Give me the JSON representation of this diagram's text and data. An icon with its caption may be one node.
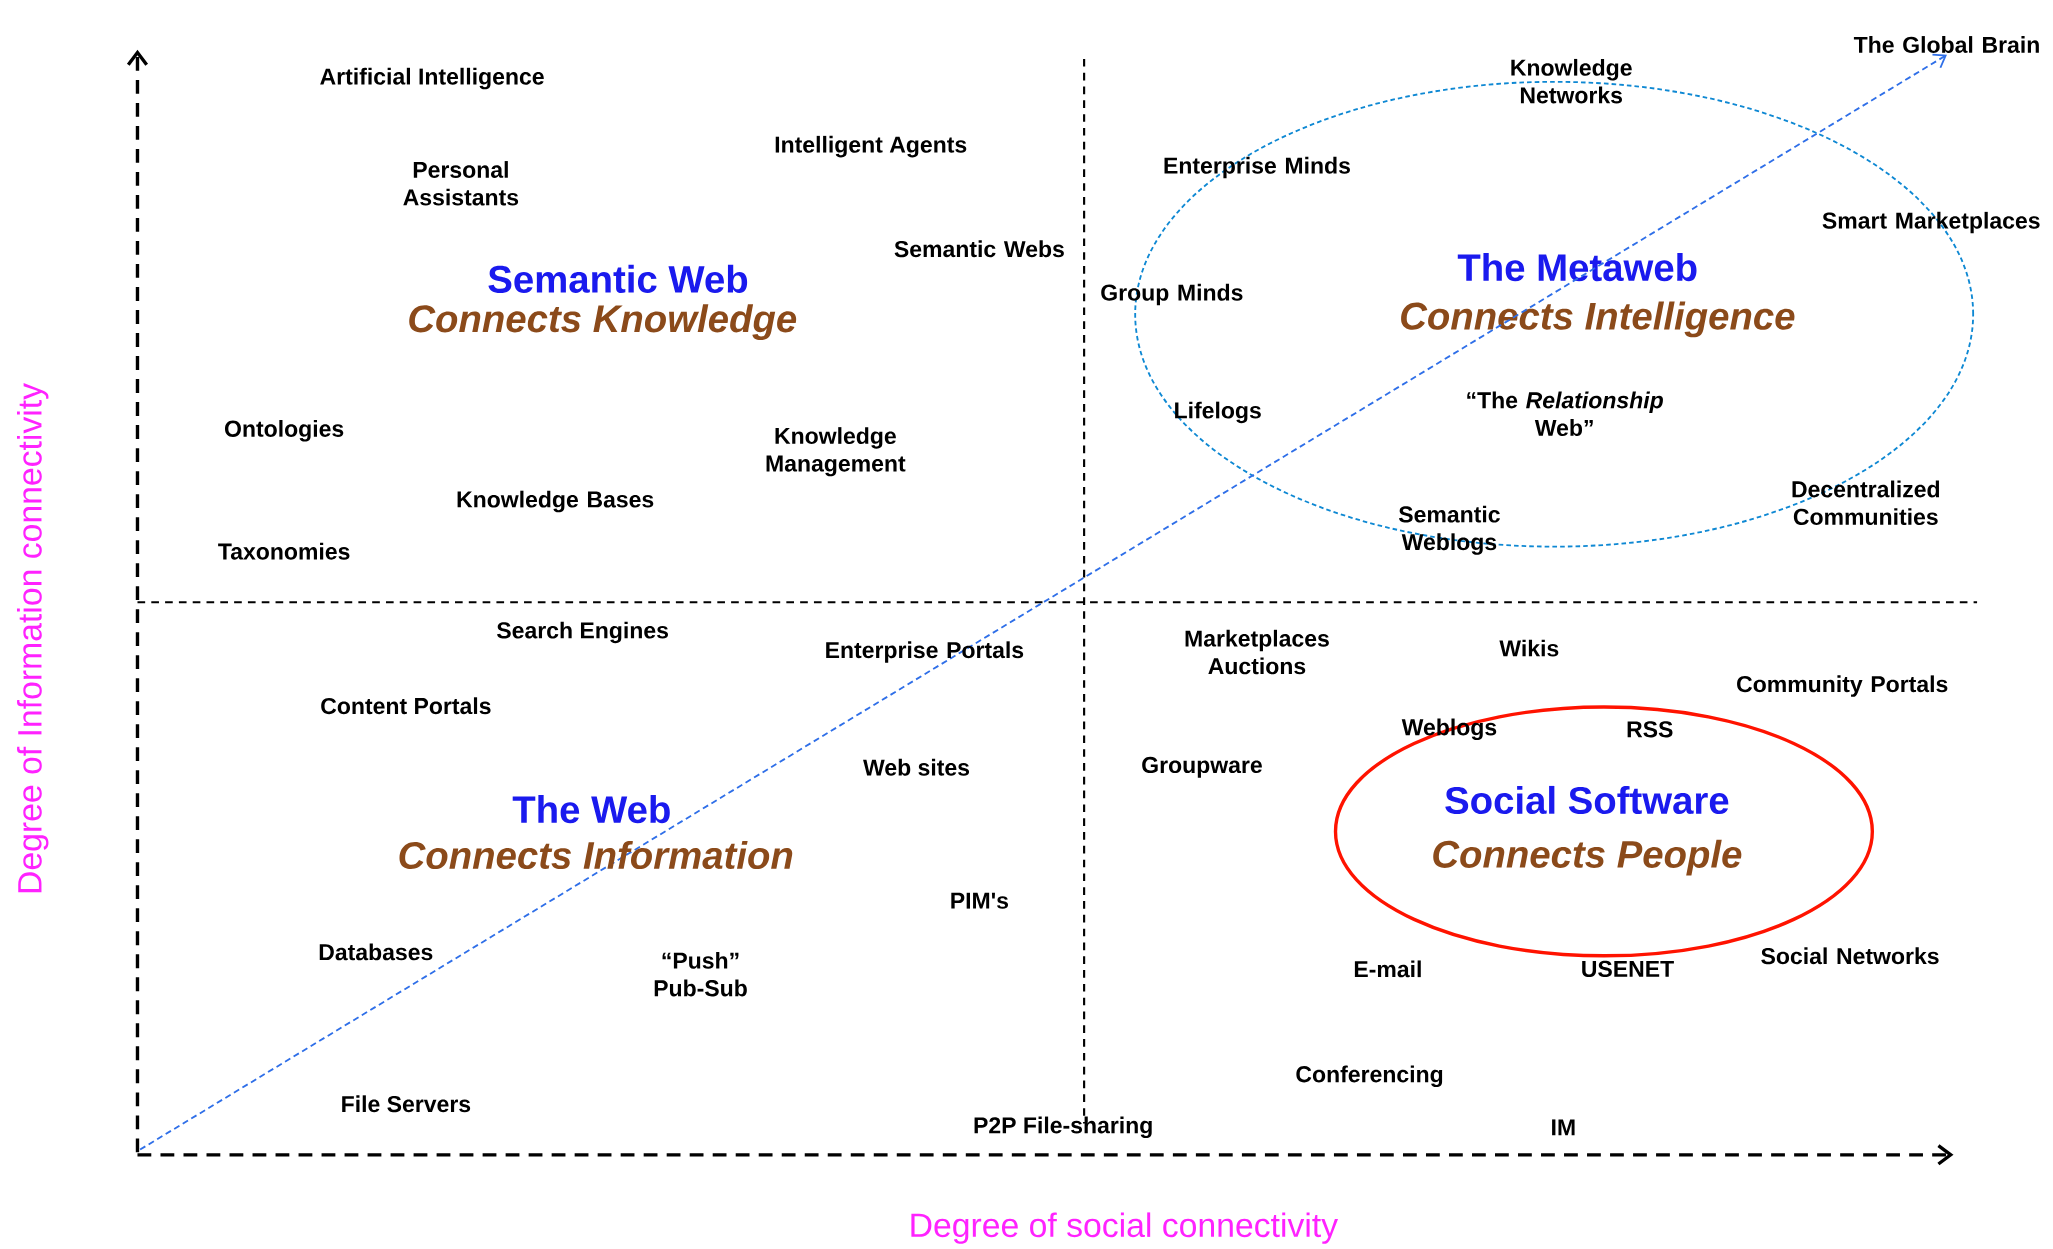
{
  "diagram": {
    "nodes": [
      {
        "text": [
          "The Metaweb",
          "Connects Intelligence"
        ]
      },
      {
        "text": [
          "Social Software",
          "Connects People"
        ]
      },
      {
        "text": [
          "The Global Brain"
        ]
      }
    ],
    "edges": [
      {
        "from": null,
        "to": 2,
        "arrow": "to",
        "style": "dashed",
        "color": "#2f6fe8"
      }
    ],
    "labels": [
      "Artificial Intelligence",
      "Personal Assistants",
      "Intelligent Agents",
      "Semantic Webs",
      "Semantic Web",
      "Connects Knowledge",
      "Ontologies",
      "Knowledge Management",
      "Knowledge Bases",
      "Taxonomies",
      "Knowledge Networks",
      "Enterprise Minds",
      "Smart Marketplaces",
      "Group Minds",
      "Lifelogs",
      "“The *Relationship* Web”",
      "Decentralized Communities",
      "Semantic Weblogs",
      "Search Engines",
      "Enterprise Portals",
      "Content Portals",
      "Web sites",
      "The Web",
      "Connects Information",
      "PIM's",
      "Databases",
      "“Push” Pub-Sub",
      "File Servers",
      "P2P File-sharing",
      "Marketplaces Auctions",
      "Wikis",
      "Community Portals",
      "Weblogs",
      "RSS",
      "Groupware",
      "E-mail",
      "USENET",
      "Social Networks",
      "Conferencing",
      "IM",
      "Degree of Information connectivity",
      "Degree of social connectivity"
    ]
  }
}
